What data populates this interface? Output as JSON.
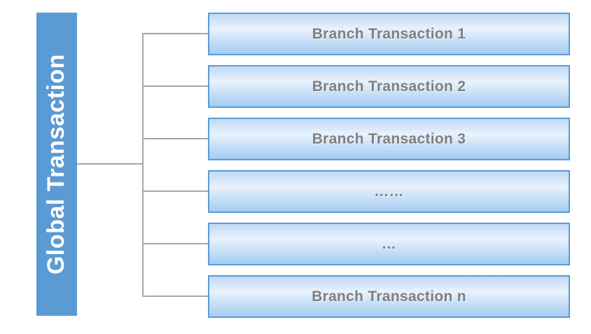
{
  "diagram": {
    "root": {
      "label": "Global Transaction"
    },
    "branches": [
      {
        "label": "Branch Transaction 1"
      },
      {
        "label": "Branch Transaction 2"
      },
      {
        "label": "Branch Transaction 3"
      },
      {
        "label": "……"
      },
      {
        "label": "…"
      },
      {
        "label": "Branch Transaction n"
      }
    ],
    "colors": {
      "root_fill": "#5B9BD5",
      "root_text": "#FFFFFF",
      "branch_border": "#5B9BD5",
      "branch_text": "#7F7F7F",
      "branch_gradient_top": "#BFDAF5",
      "branch_gradient_middle": "#E9F2FC",
      "branch_gradient_bottom": "#A5CDF1",
      "connector_line": "#A6A6A6",
      "background": "#FFFFFF"
    }
  }
}
